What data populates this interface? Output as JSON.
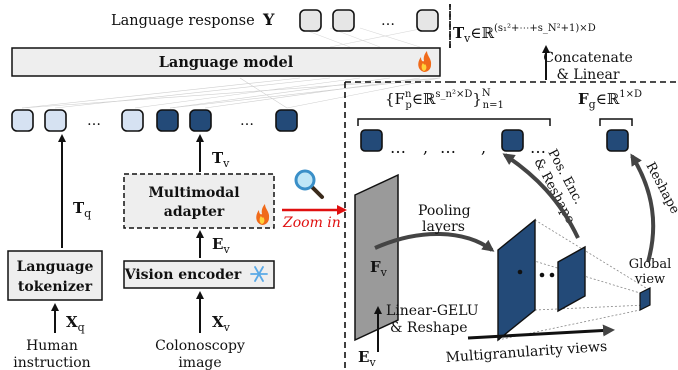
{
  "response": {
    "label": "Language response",
    "symbol": "Y",
    "ellipsis": "…"
  },
  "language_model": {
    "label": "Language model"
  },
  "top_right_formula": {
    "lhs": "T",
    "lhs_sub": "v",
    "rhs": "∈ℝ",
    "exponent": "(s₁²+⋯+s_N²+1)×D"
  },
  "concat_label": {
    "line1": "Concatenate",
    "line2": "& Linear"
  },
  "multiscale_set": {
    "text": "{F",
    "sup_sub": "n p",
    "rest": "∈ℝ",
    "exp": "s_n²×D",
    "range": "}ⁿ₌₁ᴺ"
  },
  "global_formula": {
    "text": "F",
    "sub": "g",
    "rest": "∈ℝ",
    "exp": "1×D"
  },
  "token_sequence": {
    "ellipsis1": "…",
    "comma": ",",
    "ellipsis2": "…"
  },
  "pos_enc_label": {
    "line1": "Pos. Enc.",
    "line2": "& Reshape"
  },
  "reshape_label": "Reshape",
  "pooling_label": {
    "line1": "Pooling",
    "line2": "layers"
  },
  "global_view": {
    "line1": "Global",
    "line2": "view"
  },
  "feature_label": {
    "main": "F",
    "sub": "v"
  },
  "linear_gelu": {
    "line1": "Linear-GELU",
    "line2": "& Reshape"
  },
  "ev_bottom": {
    "main": "E",
    "sub": "v"
  },
  "multigranularity": "Multigranularity views",
  "tv_label": {
    "main": "T",
    "sub": "v"
  },
  "tq_label": {
    "main": "T",
    "sub": "q"
  },
  "ev_label": {
    "main": "E",
    "sub": "v"
  },
  "adapter": {
    "line1": "Multimodal",
    "line2": "adapter"
  },
  "zoom_in": "Zoom in",
  "tokenizer": {
    "line1": "Language",
    "line2": "tokenizer"
  },
  "vision_encoder": "Vision encoder",
  "xq_label": {
    "main": "X",
    "sub": "q"
  },
  "xv_label": {
    "main": "X",
    "sub": "v"
  },
  "human_instruction": {
    "line1": "Human",
    "line2": "instruction"
  },
  "colonoscopy_image": {
    "line1": "Colonoscopy",
    "line2": "image"
  },
  "left_ellipsis": "…",
  "mid_ellipsis": "…",
  "colors": {
    "dark_token": "#234a78",
    "light_token": "#d6e2f2",
    "blank_token": "#e6e6e6",
    "box_fill": "#eeeeee",
    "zoom_red": "#e01010",
    "fire": "#f06a1a",
    "snow": "#5aa9e6"
  }
}
